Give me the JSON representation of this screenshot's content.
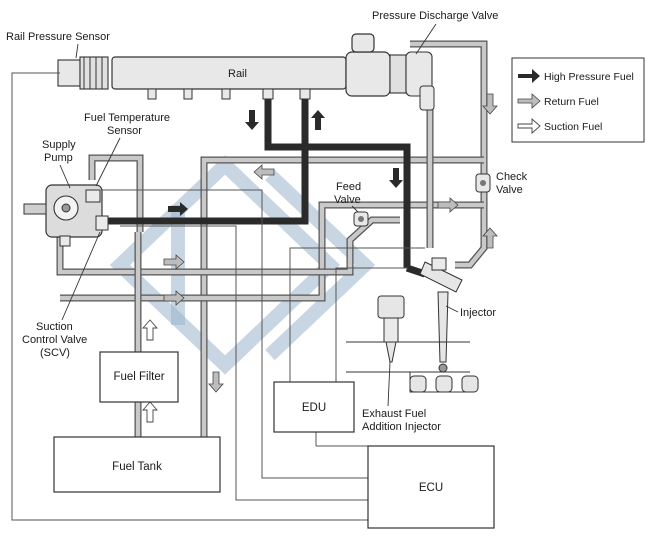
{
  "labels": {
    "rail_pressure_sensor": "Rail Pressure Sensor",
    "pressure_discharge_valve": "Pressure Discharge Valve",
    "rail": "Rail",
    "fuel_temperature_sensor_1": "Fuel Temperature",
    "fuel_temperature_sensor_2": "Sensor",
    "supply_pump_1": "Supply",
    "supply_pump_2": "Pump",
    "feed_valve_1": "Feed",
    "feed_valve_2": "Valve",
    "check_valve_1": "Check",
    "check_valve_2": "Valve",
    "scv_1": "Suction",
    "scv_2": "Control Valve",
    "scv_3": "(SCV)",
    "injector": "Injector",
    "exhaust_injector_1": "Exhaust Fuel",
    "exhaust_injector_2": "Addition Injector"
  },
  "boxes": {
    "fuel_filter": "Fuel Filter",
    "fuel_tank": "Fuel Tank",
    "edu": "EDU",
    "ecu": "ECU"
  },
  "legend": {
    "high_pressure": "High Pressure Fuel",
    "return": "Return Fuel",
    "suction": "Suction Fuel"
  },
  "colors": {
    "high_pressure": "#2a2a2a",
    "return_arrow": "#bdbdbd",
    "suction_arrow": "#ffffff",
    "pipe": "#c9c9c9"
  }
}
